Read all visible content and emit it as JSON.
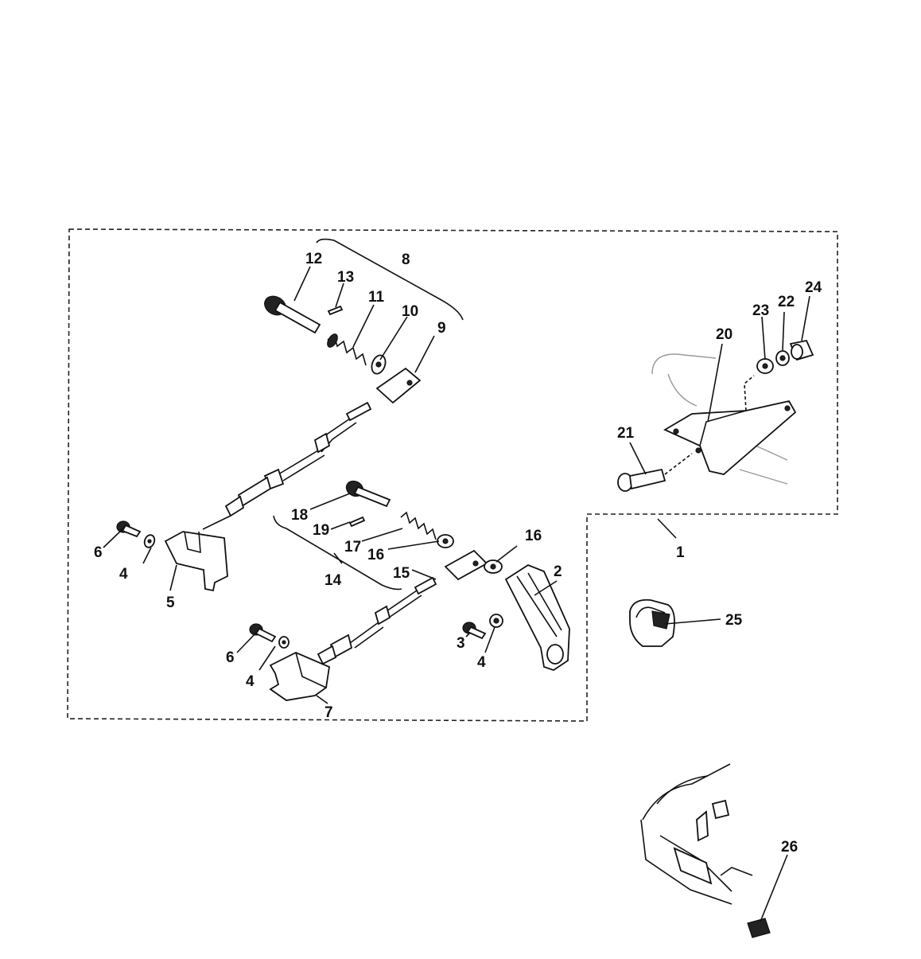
{
  "diagram": {
    "callouts": {
      "c1": "1",
      "c2": "2",
      "c3": "3",
      "c4a": "4",
      "c4b": "4",
      "c4c": "4",
      "c5": "5",
      "c6a": "6",
      "c6b": "6",
      "c7": "7",
      "c8": "8",
      "c9": "9",
      "c10": "10",
      "c11": "11",
      "c12": "12",
      "c13": "13",
      "c14": "14",
      "c15": "15",
      "c16a": "16",
      "c16b": "16",
      "c17": "17",
      "c18": "18",
      "c19": "19",
      "c20": "20",
      "c21": "21",
      "c22": "22",
      "c23": "23",
      "c24": "24",
      "c25": "25",
      "c26": "26"
    }
  }
}
